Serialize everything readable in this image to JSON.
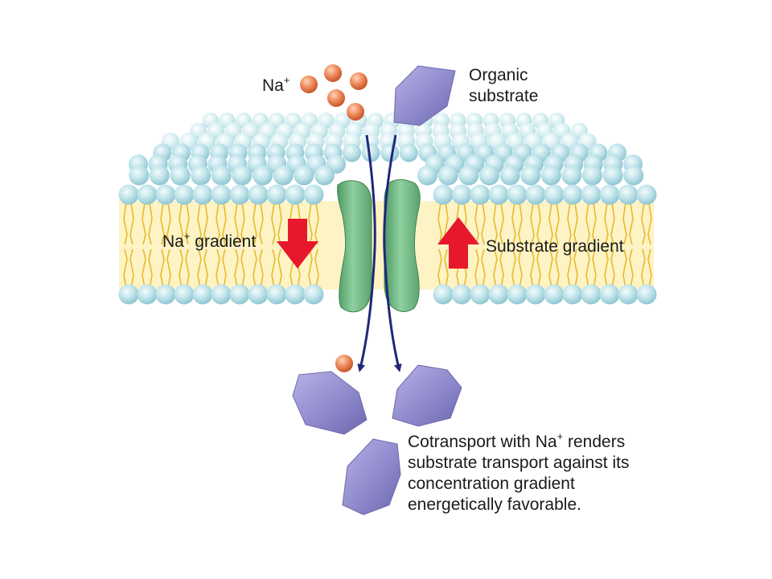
{
  "labels": {
    "na_top": "Na",
    "na_top_sup": "+",
    "organic_line1": "Organic",
    "organic_line2": "substrate",
    "na_gradient": "Na",
    "na_gradient_sup": "+",
    "na_gradient_rest": " gradient",
    "substrate_gradient": "Substrate gradient",
    "caption_line1_a": "Cotransport with Na",
    "caption_line1_sup": "+",
    "caption_line1_b": " renders",
    "caption_line2": "substrate transport against its",
    "caption_line3": "concentration gradient",
    "caption_line4": "energetically favorable."
  },
  "colors": {
    "background": "#ffffff",
    "membrane_band": "#fdf3c4",
    "lipid_tail": "#e9b92e",
    "head_inner": "#e0f4f6",
    "head_outer": "#9ecfd8",
    "sodium_ion": "#e8764c",
    "substrate": "#8b86c9",
    "transporter": "#6fb37f",
    "transport_arrow": "#22277a",
    "gradient_arrow": "#e8182c"
  }
}
